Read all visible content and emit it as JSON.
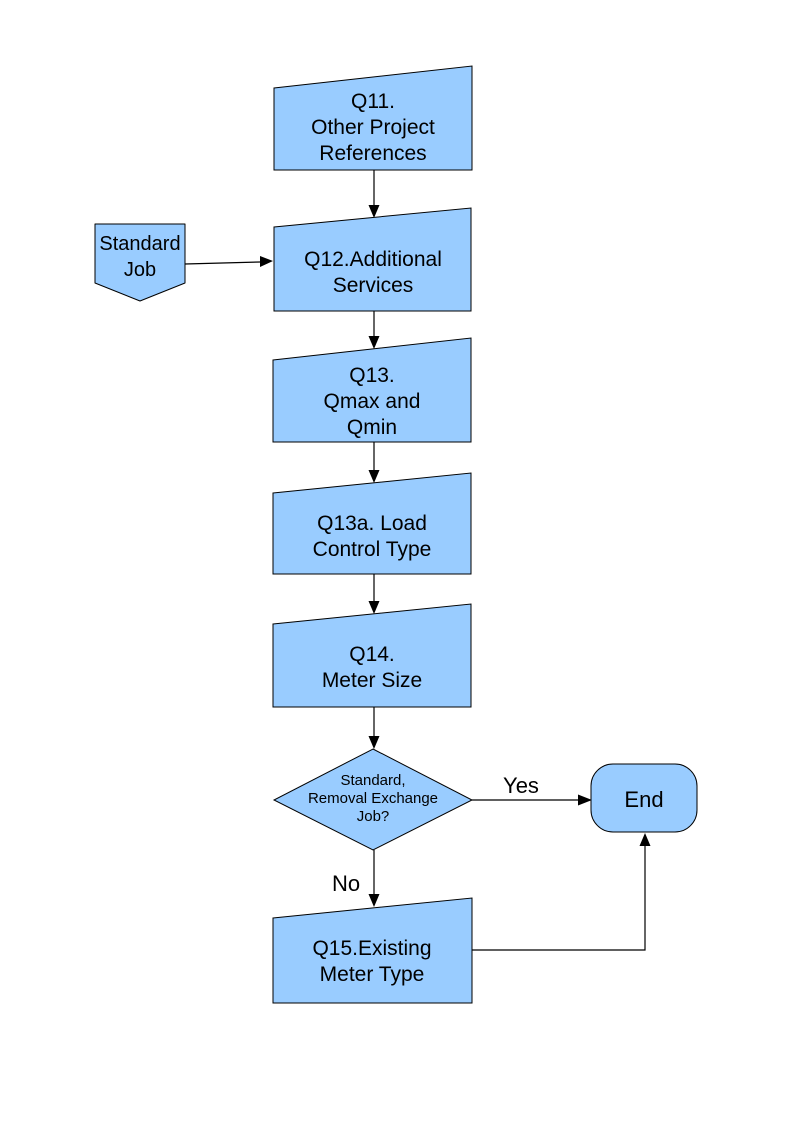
{
  "style": {
    "page_background": "#ffffff",
    "shape_fill": "#99CCFF",
    "shape_stroke": "#000000",
    "text_color": "#000000"
  },
  "flowchart": {
    "nodes": {
      "q11": {
        "type": "manual-input",
        "lines": [
          "Q11.",
          "Other Project",
          "References"
        ]
      },
      "standard_job": {
        "type": "off-page-connector",
        "lines": [
          "Standard",
          "Job"
        ]
      },
      "q12": {
        "type": "manual-input",
        "lines": [
          "Q12.Additional",
          "Services"
        ]
      },
      "q13": {
        "type": "manual-input",
        "lines": [
          "Q13.",
          "Qmax and",
          "Qmin"
        ]
      },
      "q13a": {
        "type": "manual-input",
        "lines": [
          "Q13a. Load",
          "Control Type"
        ]
      },
      "q14": {
        "type": "manual-input",
        "lines": [
          "Q14.",
          "Meter Size"
        ]
      },
      "decision": {
        "type": "decision",
        "lines": [
          "Standard,",
          "Removal Exchange",
          "Job?"
        ]
      },
      "end": {
        "type": "terminator",
        "label": "End"
      },
      "q15": {
        "type": "manual-input",
        "lines": [
          "Q15.Existing",
          "Meter Type"
        ]
      }
    },
    "edge_labels": {
      "yes": "Yes",
      "no": "No"
    }
  }
}
